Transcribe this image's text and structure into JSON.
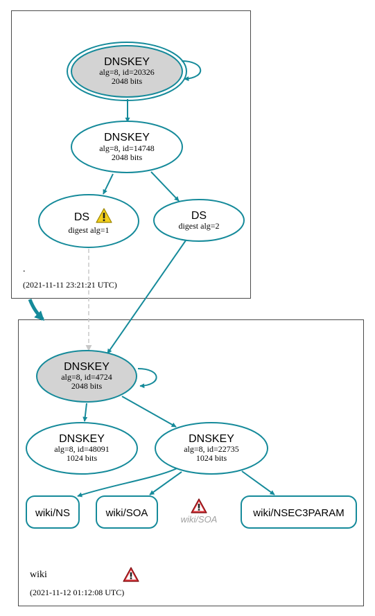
{
  "zones": {
    "root": {
      "name": ".",
      "timestamp": "(2021-11-11 23:21:21 UTC)"
    },
    "wiki": {
      "name": "wiki",
      "timestamp": "(2021-11-12 01:12:08 UTC)"
    }
  },
  "nodes": {
    "root_ksk": {
      "title": "DNSKEY",
      "line1": "alg=8, id=20326",
      "line2": "2048 bits"
    },
    "root_zsk": {
      "title": "DNSKEY",
      "line1": "alg=8, id=14748",
      "line2": "2048 bits"
    },
    "ds1": {
      "title": "DS",
      "line1": "digest alg=1"
    },
    "ds2": {
      "title": "DS",
      "line1": "digest alg=2"
    },
    "wiki_ksk": {
      "title": "DNSKEY",
      "line1": "alg=8, id=4724",
      "line2": "2048 bits"
    },
    "wiki_key48091": {
      "title": "DNSKEY",
      "line1": "alg=8, id=48091",
      "line2": "1024 bits"
    },
    "wiki_zsk": {
      "title": "DNSKEY",
      "line1": "alg=8, id=22735",
      "line2": "1024 bits"
    },
    "rr_ns": {
      "label": "wiki/NS"
    },
    "rr_soa": {
      "label": "wiki/SOA"
    },
    "rr_soa_error": {
      "label": "wiki/SOA"
    },
    "rr_nsec3param": {
      "label": "wiki/NSEC3PARAM"
    }
  },
  "colors": {
    "edge": "#158a9a",
    "ksk_fill": "#d3d3d3",
    "dashed": "#c8c8c8",
    "warning": "#e8c000",
    "error": "#c0141c",
    "faded_text": "#a0a0a0"
  }
}
